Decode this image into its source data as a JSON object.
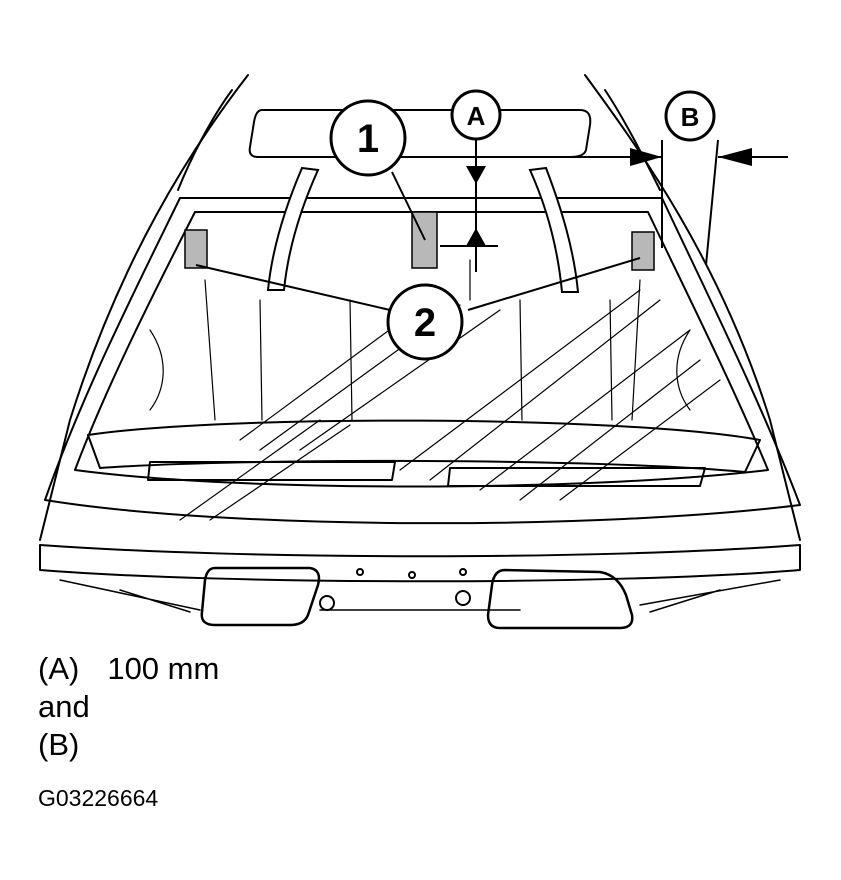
{
  "callouts": {
    "part_1": "1",
    "part_2": "2",
    "dim_a": "A",
    "dim_b": "B"
  },
  "legend": {
    "a_label": "(A)",
    "a_value": "100 mm",
    "and_text": "and",
    "b_label": "(B)"
  },
  "figure_id": "G03226664",
  "colors": {
    "line": "#000000",
    "pad_fill": "#b8b8b8",
    "strip_fill": "#ffffff"
  }
}
